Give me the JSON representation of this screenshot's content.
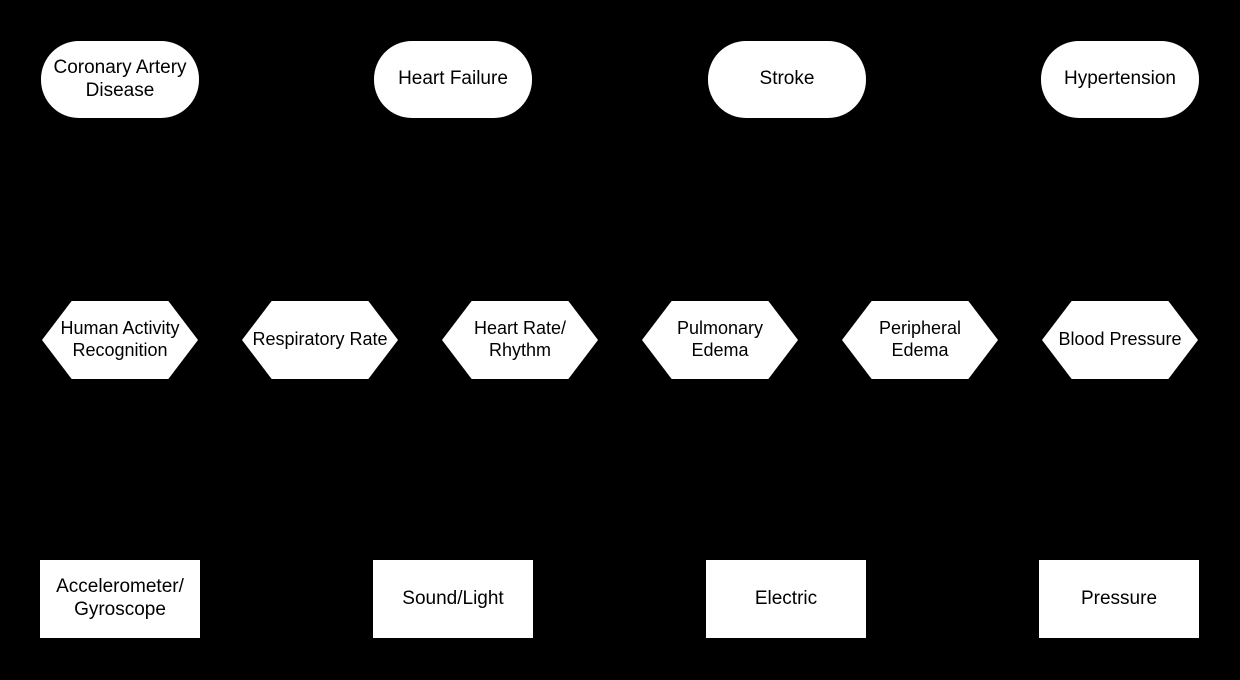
{
  "canvas": {
    "background_color": "#000000",
    "node_fill_color": "#ffffff",
    "node_text_color": "#000000"
  },
  "diagram": {
    "rows": [
      {
        "id": "diseases",
        "shape": "stadium",
        "nodes": [
          {
            "label": "Coronary Artery\nDisease"
          },
          {
            "label": "Heart Failure"
          },
          {
            "label": "Stroke"
          },
          {
            "label": "Hypertension"
          }
        ]
      },
      {
        "id": "biomarkers",
        "shape": "hexagon",
        "nodes": [
          {
            "label": "Human Activity\nRecognition"
          },
          {
            "label": "Respiratory Rate"
          },
          {
            "label": "Heart Rate/\nRhythm"
          },
          {
            "label": "Pulmonary\nEdema"
          },
          {
            "label": "Peripheral\nEdema"
          },
          {
            "label": "Blood Pressure"
          }
        ]
      },
      {
        "id": "sensors",
        "shape": "rectangle",
        "nodes": [
          {
            "label": "Accelerometer/\nGyroscope"
          },
          {
            "label": "Sound/Light"
          },
          {
            "label": "Electric"
          },
          {
            "label": "Pressure"
          }
        ]
      }
    ]
  }
}
